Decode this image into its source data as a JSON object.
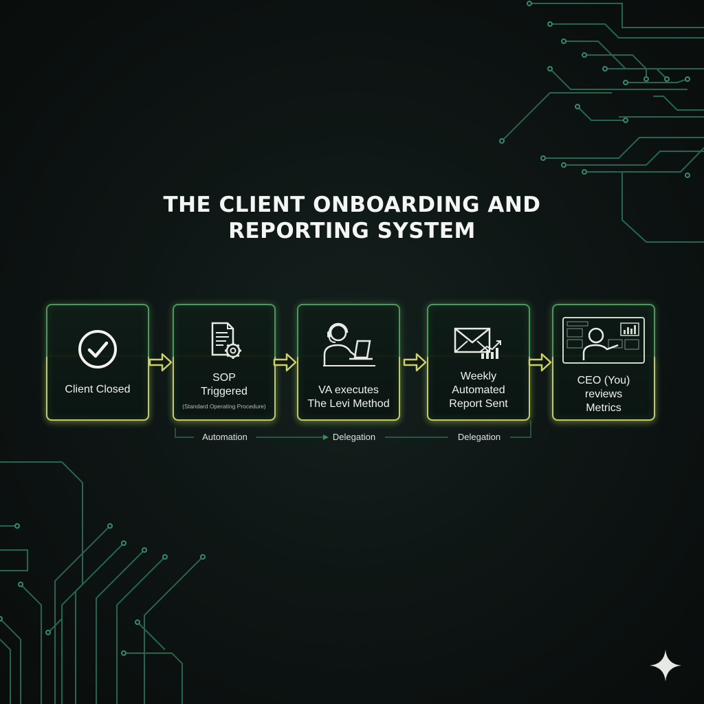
{
  "title": {
    "line1": "THE CLIENT ONBOARDING AND",
    "line2": "REPORTING SYSTEM"
  },
  "steps": [
    {
      "label": "Client Closed",
      "icon": "checkmark-circle-icon"
    },
    {
      "label": "SOP\nTriggered",
      "sublabel": "(Standard Operating Procedure)",
      "icon": "document-gear-icon"
    },
    {
      "label": "VA executes\nThe Levi Method",
      "icon": "person-headset-laptop-icon"
    },
    {
      "label": "Weekly\nAutomated\nReport Sent",
      "icon": "envelope-chart-icon"
    },
    {
      "label": "CEO (You)\nreviews\nMetrics",
      "icon": "person-dashboard-icon"
    }
  ],
  "connectors": [
    {
      "label": "Automation"
    },
    {
      "label": "Delegation"
    },
    {
      "label": "Delegation"
    }
  ],
  "colors": {
    "accent_green": "#4a9a5e",
    "accent_yellow": "#c8c860",
    "background": "#0d1413",
    "circuit": "#2f7a5e"
  }
}
